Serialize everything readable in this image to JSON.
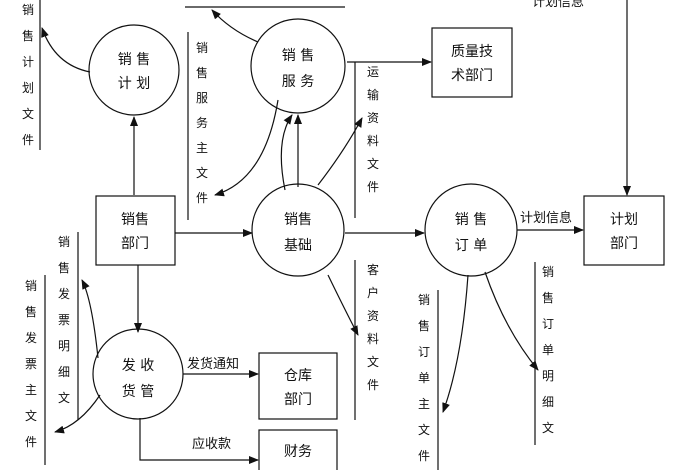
{
  "processes": {
    "sales_plan": {
      "line1": "销 售",
      "line2": "计 划"
    },
    "sales_service": {
      "line1": "销 售",
      "line2": "服 务"
    },
    "sales_base": {
      "line1": "销售",
      "line2": "基础"
    },
    "sales_order": {
      "line1": "销 售",
      "line2": "订 单"
    },
    "ship_receive": {
      "line1": "发 收",
      "line2": "货 管"
    }
  },
  "entities": {
    "sales_dept": {
      "line1": "销售",
      "line2": "部门"
    },
    "quality_dept": {
      "line1": "质量技",
      "line2": "术部门"
    },
    "plan_dept": {
      "line1": "计划",
      "line2": "部门"
    },
    "warehouse_dept": {
      "line1": "仓库",
      "line2": "部门"
    },
    "finance_dept": {
      "line1": "财务"
    }
  },
  "data_stores": {
    "sales_plan_file": "销售计划文件",
    "sales_service_main_file": "销售服务主文件",
    "transport_file": "运输资料文件",
    "customer_file": "客户资料文件",
    "sales_order_main_file": "销售订单主文件",
    "sales_order_detail_file": "销售订单明细文",
    "invoice_detail_file": "销售发票明细文",
    "invoice_main_file": "销售发票主文件"
  },
  "flows": {
    "plan_info_1": "计划信息",
    "plan_info_top": "计划信息",
    "ship_notice": "发货通知",
    "receivable": "应收款"
  }
}
